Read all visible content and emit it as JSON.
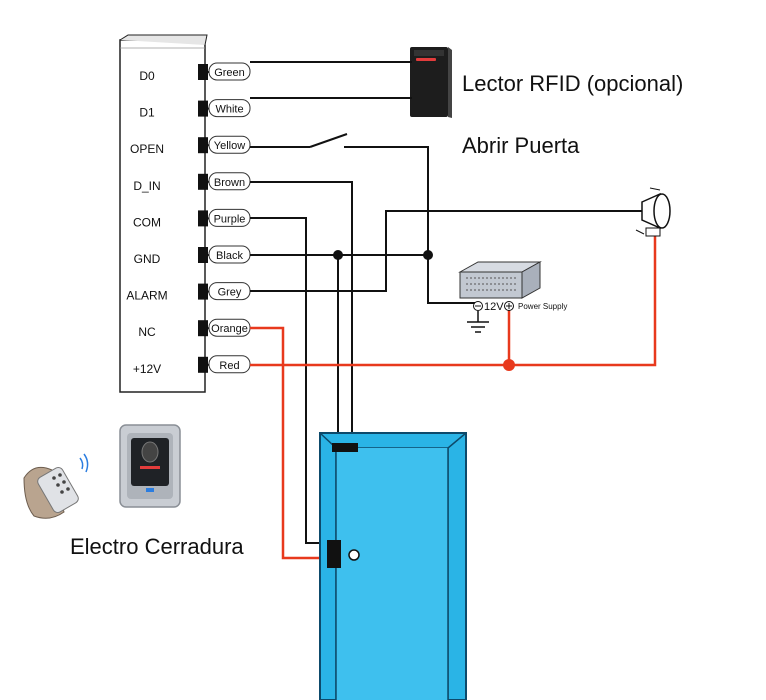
{
  "controller": {
    "pins": [
      {
        "id": "D0",
        "wire": "Green"
      },
      {
        "id": "D1",
        "wire": "White"
      },
      {
        "id": "OPEN",
        "wire": "Yellow"
      },
      {
        "id": "D_IN",
        "wire": "Brown"
      },
      {
        "id": "COM",
        "wire": "Purple"
      },
      {
        "id": "GND",
        "wire": "Black"
      },
      {
        "id": "ALARM",
        "wire": "Grey"
      },
      {
        "id": "NC",
        "wire": "Orange"
      },
      {
        "id": "+12V",
        "wire": "Red"
      }
    ]
  },
  "labels": {
    "rfid_reader": "Lector RFID (opcional)",
    "open_door": "Abrir Puerta",
    "electric_lock": "Electro Cerradura",
    "psu_voltage": "12V",
    "psu_name": "Power Supply"
  },
  "colors": {
    "positive_wire": "#e8391d",
    "signal_wire": "#111111",
    "door_fill": "#2ab4e6",
    "door_edge": "#0d6fa0"
  },
  "icons": [
    "rfid-reader-icon",
    "siren-icon",
    "power-supply-icon",
    "ground-icon",
    "remote-control-icon",
    "fingerprint-reader-icon",
    "door-icon",
    "switch-icon"
  ]
}
